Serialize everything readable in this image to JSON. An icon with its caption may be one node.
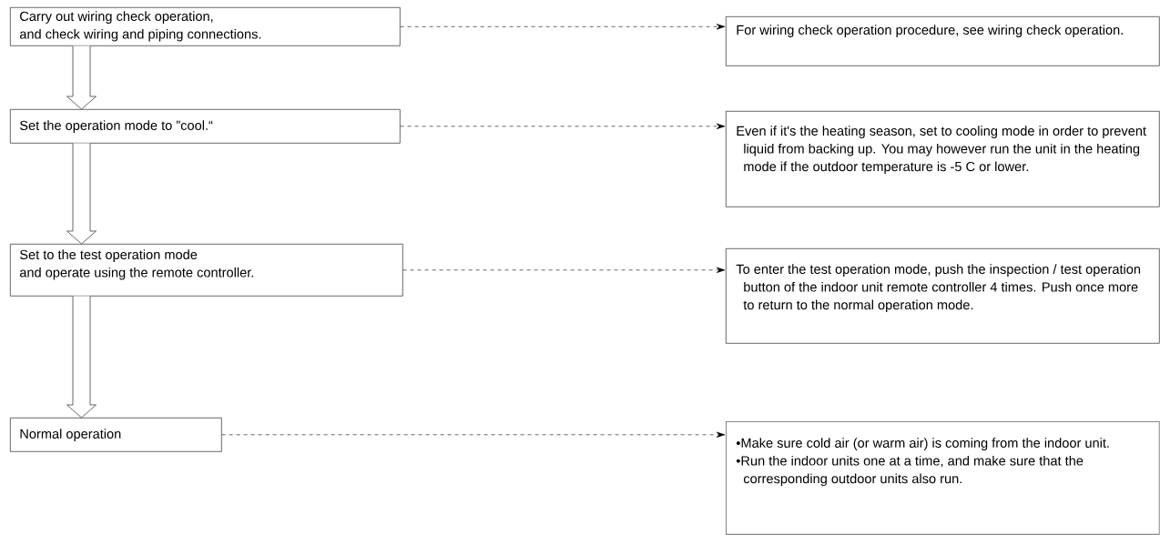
{
  "diagram": {
    "nodes": [
      {
        "text": [
          "Carry out wiring check operation,",
          "and check wiring and piping connections."
        ]
      },
      {
        "text": [
          "For wiring check operation procedure, see wiring check operation."
        ]
      },
      {
        "text": [
          "Set the operation mode to ”cool.“"
        ]
      },
      {
        "text": [
          "Even if it's the heating season, set to cooling mode in order to prevent liquid from backing up. You may however run the unit in the heating mode if the outdoor temperature is -5 C or lower."
        ]
      },
      {
        "text": [
          "Set to the test operation mode",
          "and operate using the remote controller."
        ]
      },
      {
        "text": [
          "To enter the test operation mode, push the inspection / test operation button of the indoor unit remote controller 4 times. Push once more to return to the normal operation mode."
        ]
      },
      {
        "text": [
          "Normal operation"
        ]
      },
      {
        "text": [
          "•Make sure cold air (or warm air) is coming from the indoor unit.",
          "•Run the indoor units one at a time, and make sure that the corresponding outdoor units also run."
        ]
      }
    ],
    "edges": [
      {
        "from": 0,
        "to": 1,
        "arrow": "to",
        "style": "dashed"
      },
      {
        "from": 0,
        "to": 2,
        "arrow": "to"
      },
      {
        "from": 2,
        "to": 3,
        "arrow": "to",
        "style": "dashed"
      },
      {
        "from": 2,
        "to": 4,
        "arrow": "to"
      },
      {
        "from": 4,
        "to": 5,
        "arrow": "to",
        "style": "dashed"
      },
      {
        "from": 4,
        "to": 6,
        "arrow": "to"
      },
      {
        "from": 6,
        "to": 7,
        "arrow": "to",
        "style": "dashed"
      }
    ]
  }
}
